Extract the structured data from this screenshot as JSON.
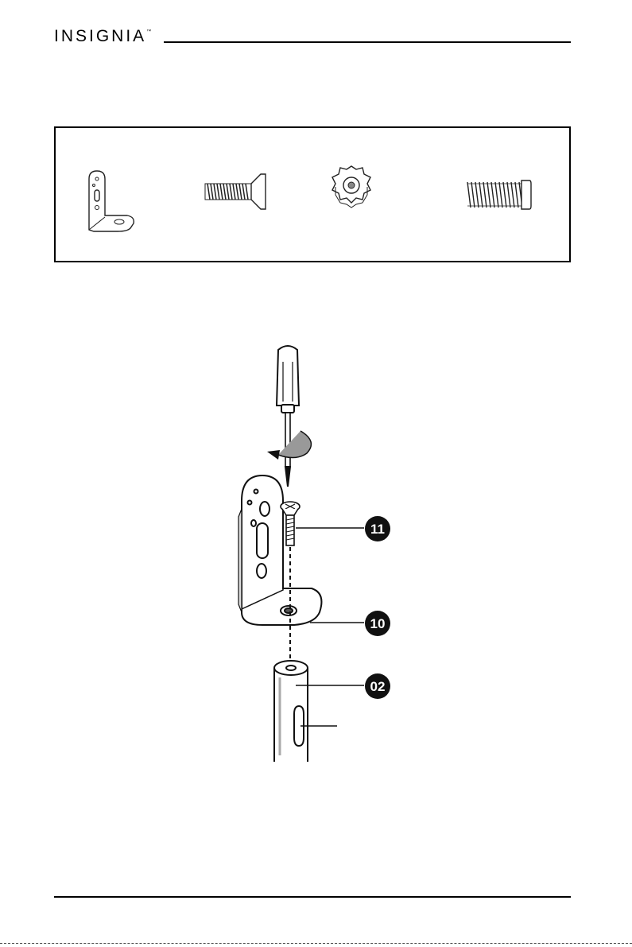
{
  "header": {
    "brand": "INSIGNIA",
    "trademark": "™"
  },
  "parts_panel": {
    "items": [
      {
        "icon": "l-bracket-icon"
      },
      {
        "icon": "flat-head-screw-icon"
      },
      {
        "icon": "knob-nut-icon"
      },
      {
        "icon": "spring-bolt-icon"
      }
    ]
  },
  "assembly": {
    "callouts": [
      {
        "label": "11"
      },
      {
        "label": "10"
      },
      {
        "label": "02"
      }
    ]
  }
}
